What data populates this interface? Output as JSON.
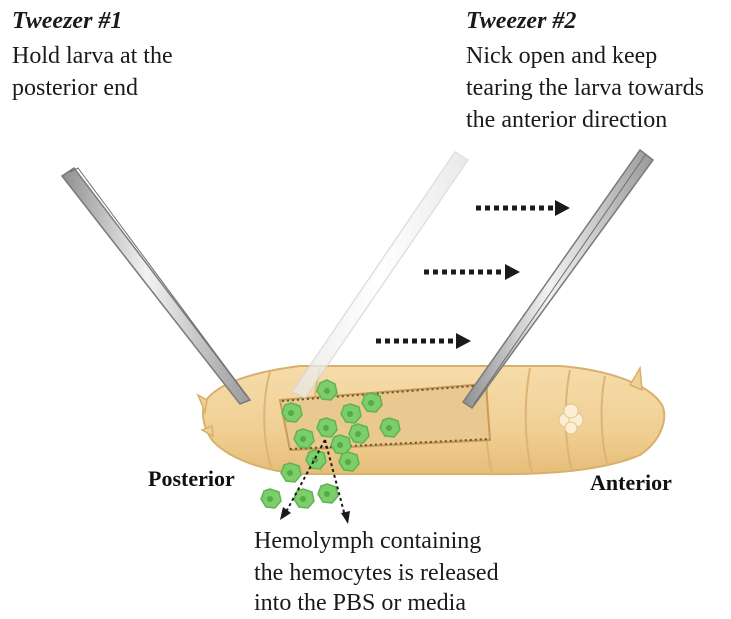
{
  "tweezer1": {
    "title": "Tweezer #1",
    "line1": "Hold larva at the",
    "line2": "posterior end"
  },
  "tweezer2": {
    "title": "Tweezer #2",
    "line1": "Nick open and keep",
    "line2": "tearing the larva towards",
    "line3": "the anterior direction"
  },
  "labels": {
    "posterior": "Posterior",
    "anterior": "Anterior"
  },
  "caption": {
    "line1": "Hemolymph containing",
    "line2": "the hemocytes is released",
    "line3": "into the PBS or media"
  },
  "colors": {
    "larva_body": "#f0cf94",
    "larva_outline": "#d9b06a",
    "cell": "#7dce6a",
    "cell_core": "#4fae48",
    "tweezer": "#b9b9b9",
    "arrow": "#1a1a1a"
  },
  "icons": [
    "tweezer-icon",
    "larva-icon",
    "hemocyte-icon",
    "dotted-arrow-icon"
  ]
}
